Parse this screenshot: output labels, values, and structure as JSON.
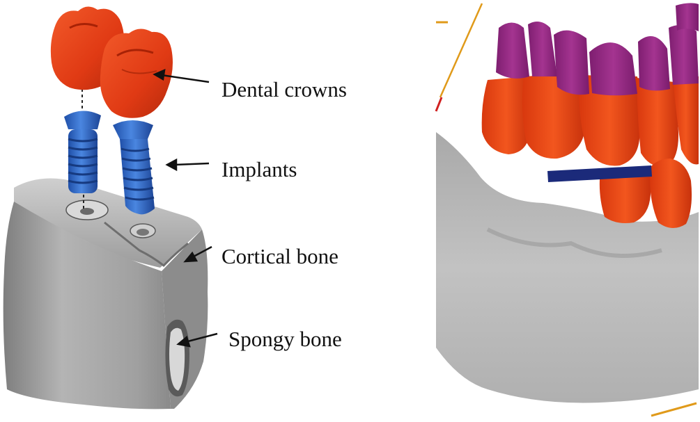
{
  "labels": {
    "dental_crowns": "Dental crowns",
    "implants": "Implants",
    "cortical_bone": "Cortical bone",
    "spongy_bone": "Spongy bone"
  },
  "colors": {
    "crown": "#e8401c",
    "implant": "#2f66c8",
    "bone": "#9a9a9a",
    "enamel_tip": "#9a2a86",
    "bar": "#1b2a7a",
    "guide_line": "#e09a1a"
  }
}
